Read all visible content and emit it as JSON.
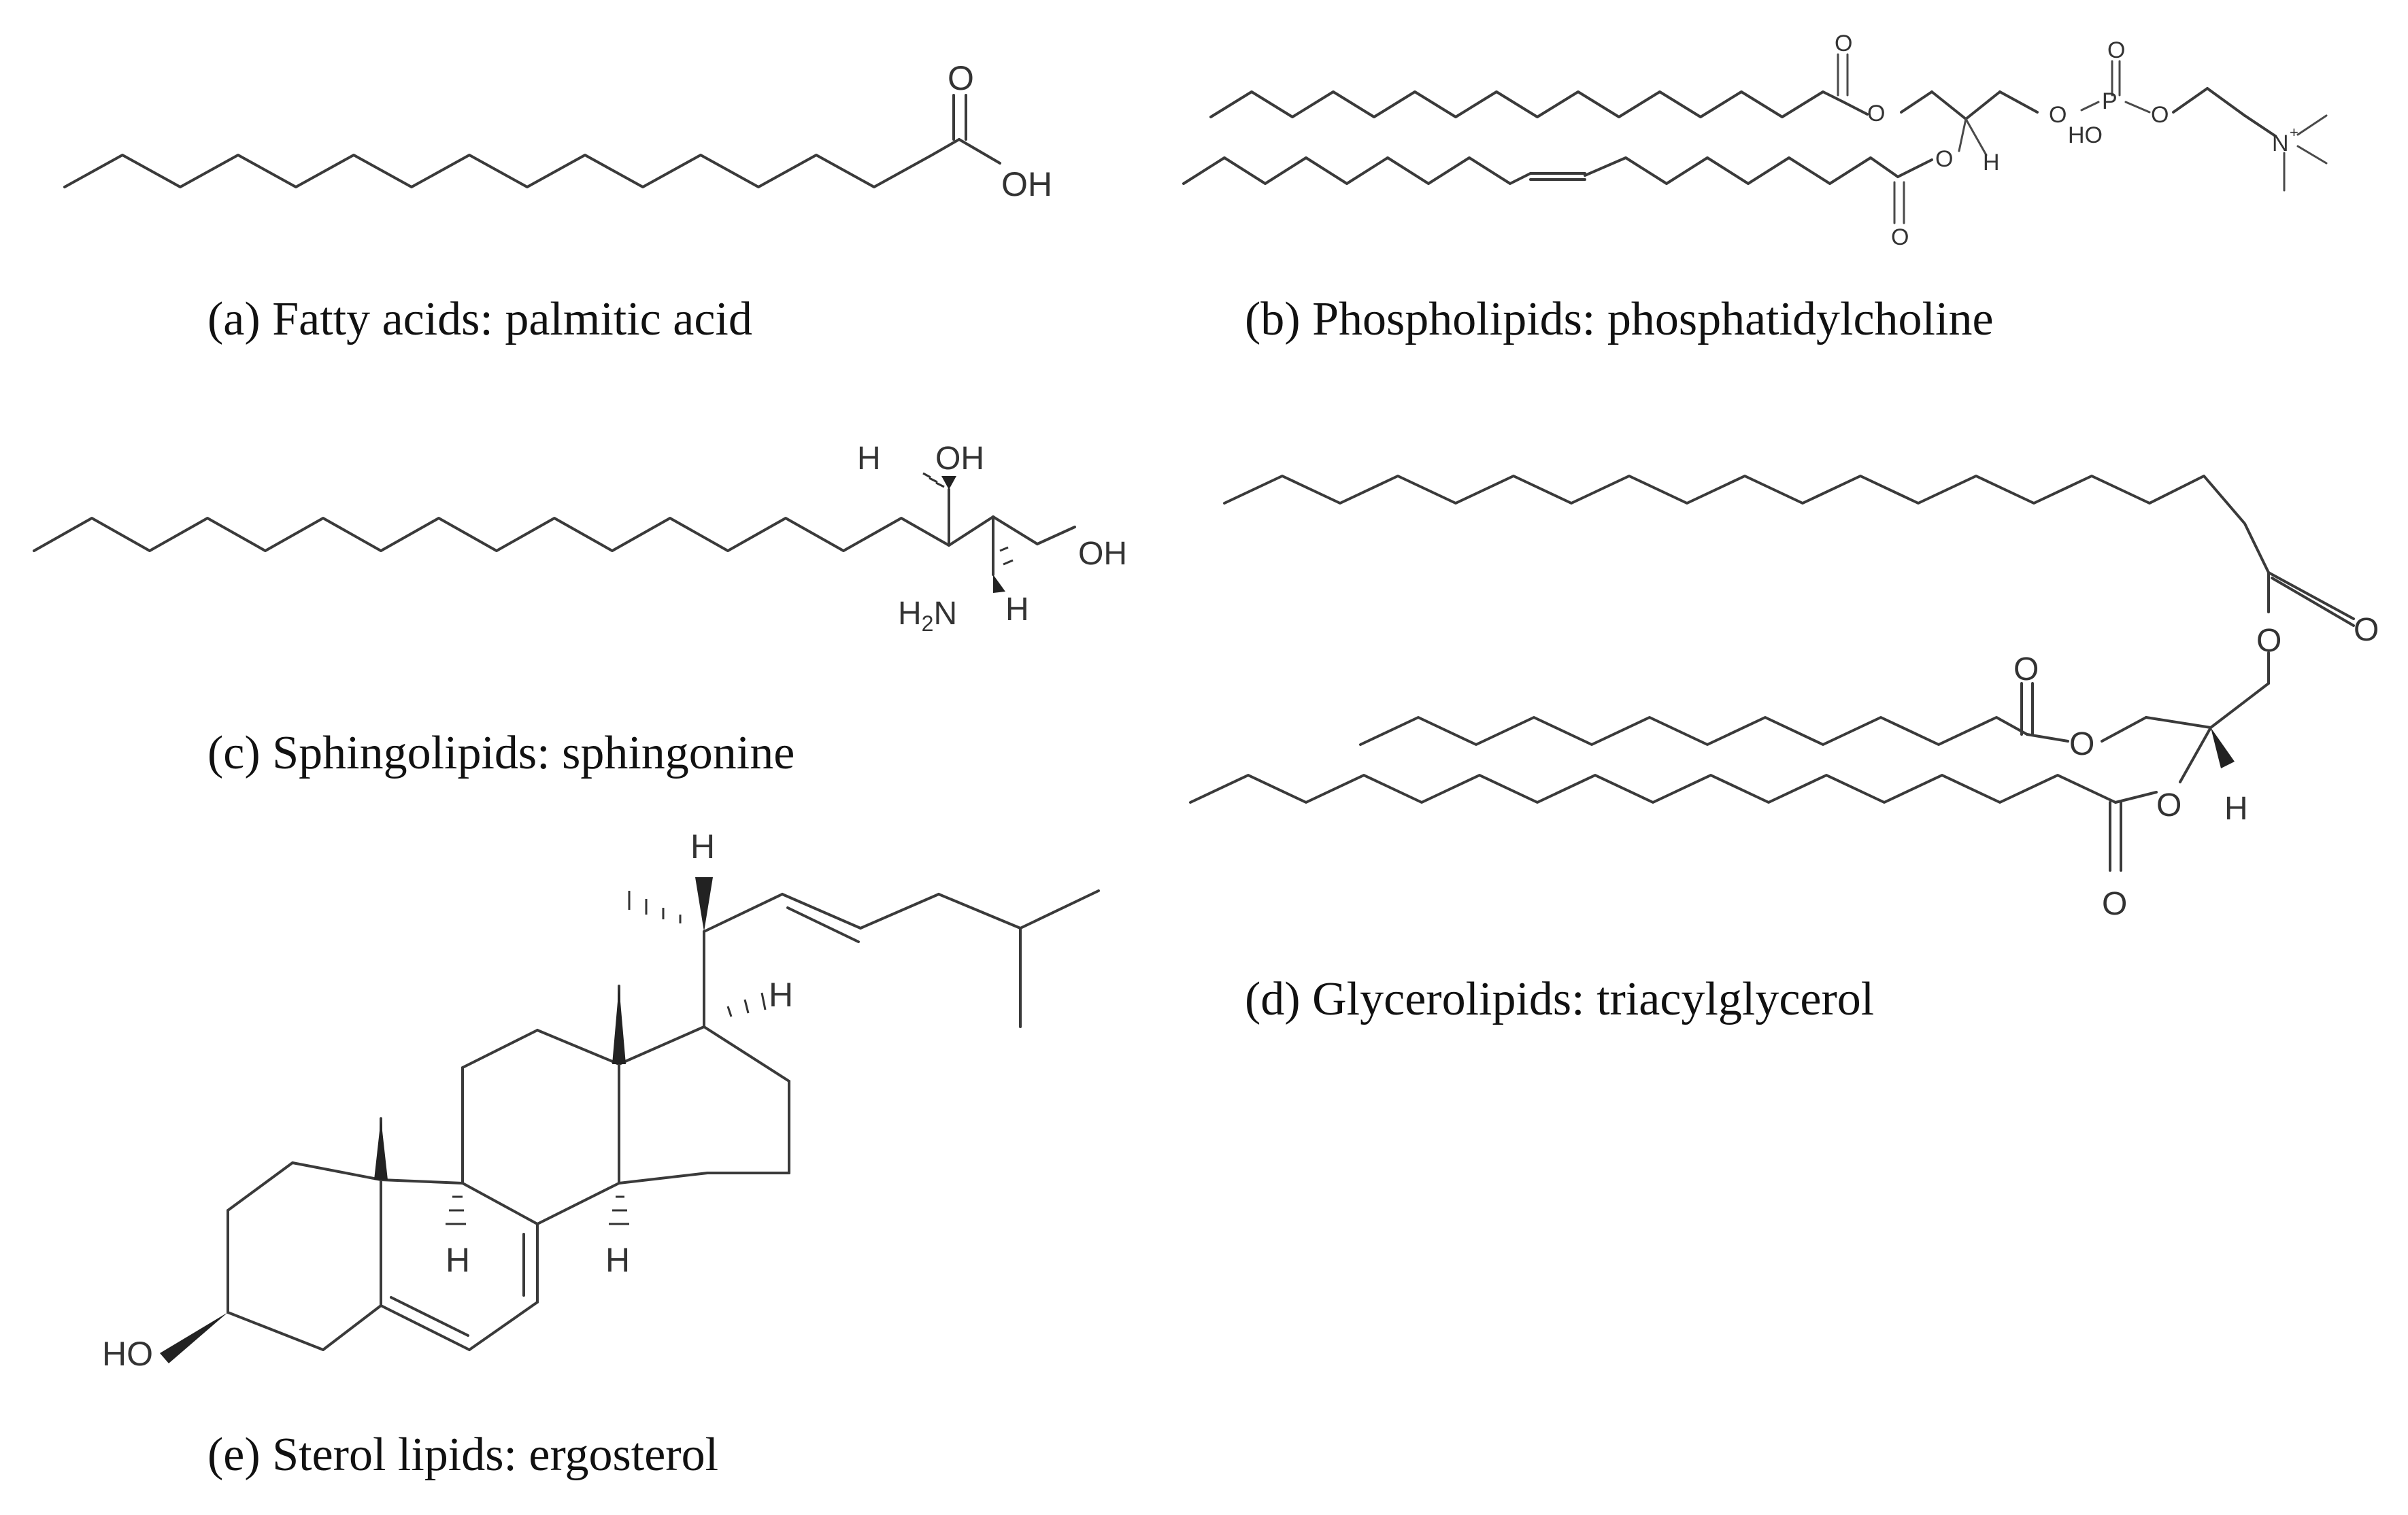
{
  "panels": {
    "a": {
      "caption": "(a) Fatty acids: palmitic acid",
      "atoms": {
        "o": "O",
        "oh": "OH"
      }
    },
    "b": {
      "caption": "(b) Phospholipids: phosphatidylcholine",
      "atoms": {
        "o": "O",
        "p": "P",
        "ho": "HO",
        "h": "H",
        "n": "N",
        "plus": "+"
      }
    },
    "c": {
      "caption": "(c) Sphingolipids: sphingonine",
      "atoms": {
        "h": "H",
        "oh": "OH",
        "h2": "H",
        "sub2": "2",
        "n": "N"
      }
    },
    "d": {
      "caption": "(d) Glycerolipids: triacylglycerol",
      "atoms": {
        "o": "O",
        "h": "H"
      }
    },
    "e": {
      "caption": "(e) Sterol lipids: ergosterol",
      "atoms": {
        "h": "H",
        "ho": "HO"
      }
    }
  }
}
